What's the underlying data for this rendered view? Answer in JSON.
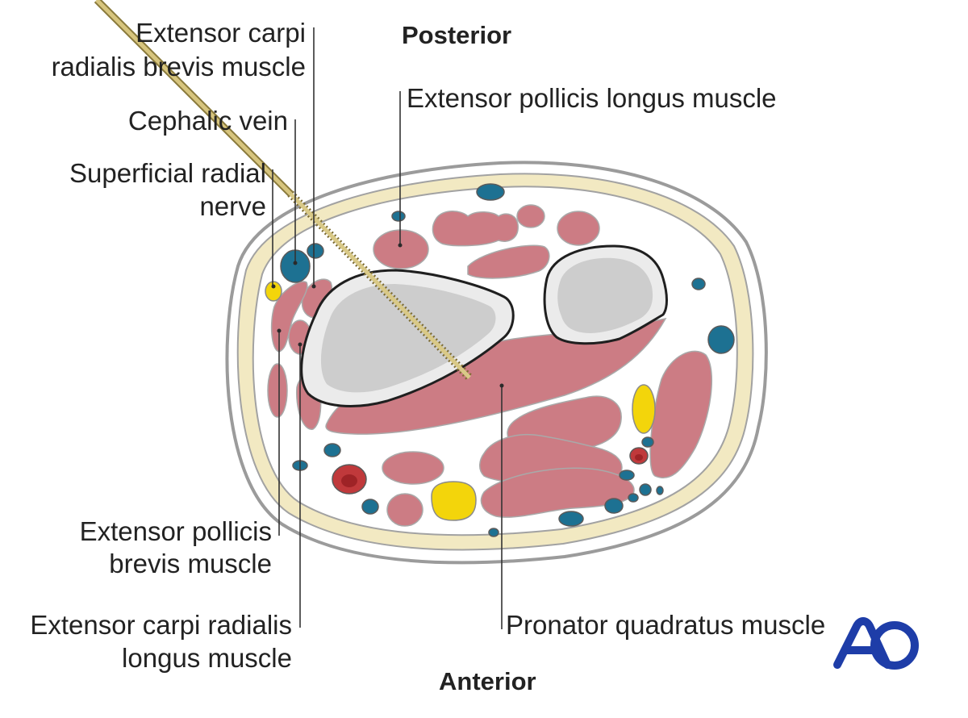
{
  "orientation": {
    "top": "Posterior",
    "bottom": "Anterior"
  },
  "labels": {
    "ecrb_line1": "Extensor carpi",
    "ecrb_line2": "radialis brevis muscle",
    "cephalic_vein": "Cephalic vein",
    "srn_line1": "Superficial radial",
    "srn_line2": "nerve",
    "epl": "Extensor pollicis longus muscle",
    "epb_line1": "Extensor pollicis",
    "epb_line2": "brevis muscle",
    "ecrl_line1": "Extensor carpi radialis",
    "ecrl_line2": "longus muscle",
    "pronator": "Pronator quadratus muscle"
  },
  "logo": {
    "text": "AO",
    "color": "#1e3da8"
  },
  "colors": {
    "muscle": "#cc7c84",
    "bone": "#d3d3d3",
    "bone_outline": "#222222",
    "vein": "#1d7192",
    "artery": "#c0393b",
    "nerve": "#f3d50b",
    "fat_layer": "#f2e9c2",
    "screw": "#c9b46a"
  },
  "icons": {
    "logo": "ao-foundation-logo",
    "instrument": "screw-icon"
  }
}
